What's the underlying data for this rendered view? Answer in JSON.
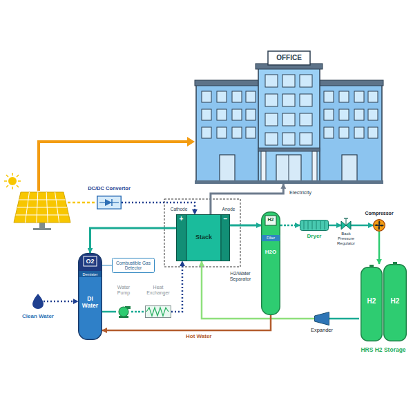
{
  "diagram": {
    "nodes": [
      {
        "text": [
          "OFFICE"
        ]
      },
      {
        "text": [
          "DC/DC Convertor"
        ]
      },
      {
        "text": [
          "Stack"
        ]
      },
      {
        "text": [
          "H2",
          "Filter",
          "H2O",
          "H2/Water Separator"
        ]
      },
      {
        "text": [
          "Dryer"
        ]
      },
      {
        "text": [
          "Back Pressure Regulator"
        ]
      },
      {
        "text": [
          "Compressor"
        ]
      },
      {
        "text": [
          "HRS H2 Storage"
        ]
      },
      {
        "text": [
          "H2"
        ],
        "in": 7
      },
      {
        "text": [
          "H2"
        ],
        "in": 7
      },
      {
        "text": [
          "Expander"
        ]
      },
      {
        "text": [
          "O2",
          "Demister",
          "DI Water"
        ]
      },
      {
        "text": [
          "Combustible Gas Detector"
        ]
      },
      {
        "text": [
          "Water Pump"
        ]
      },
      {
        "text": [
          "Heat Exchanger"
        ]
      },
      {
        "text": [
          "Clean Water"
        ]
      }
    ],
    "edges": [
      {
        "from": 1,
        "to": 2,
        "arrow": "to"
      },
      {
        "from": 2,
        "to": 0,
        "arrow": "to",
        "label": "Electricity"
      },
      {
        "from": 2,
        "to": 3,
        "arrow": "to"
      },
      {
        "from": 2,
        "to": 11,
        "arrow": "to"
      },
      {
        "from": 3,
        "to": 4,
        "arrow": "to"
      },
      {
        "from": 4,
        "to": 5,
        "arrow": "to"
      },
      {
        "from": 5,
        "to": 6,
        "arrow": "to"
      },
      {
        "from": 6,
        "to": 7,
        "arrow": "to"
      },
      {
        "from": 7,
        "to": 10,
        "arrow": "none"
      },
      {
        "from": 10,
        "to": 2,
        "arrow": "to"
      },
      {
        "from": 3,
        "to": 11,
        "arrow": "to",
        "label": "Hot Water"
      },
      {
        "from": 15,
        "to": 11,
        "arrow": "to"
      },
      {
        "from": 11,
        "to": 12,
        "arrow": "none"
      },
      {
        "from": 11,
        "to": 13,
        "arrow": "none"
      },
      {
        "from": 13,
        "to": 14,
        "arrow": "none"
      },
      {
        "from": 14,
        "to": 2,
        "arrow": "to"
      }
    ],
    "labels": [
      "Cathode",
      "Anode",
      "+",
      "−"
    ]
  }
}
